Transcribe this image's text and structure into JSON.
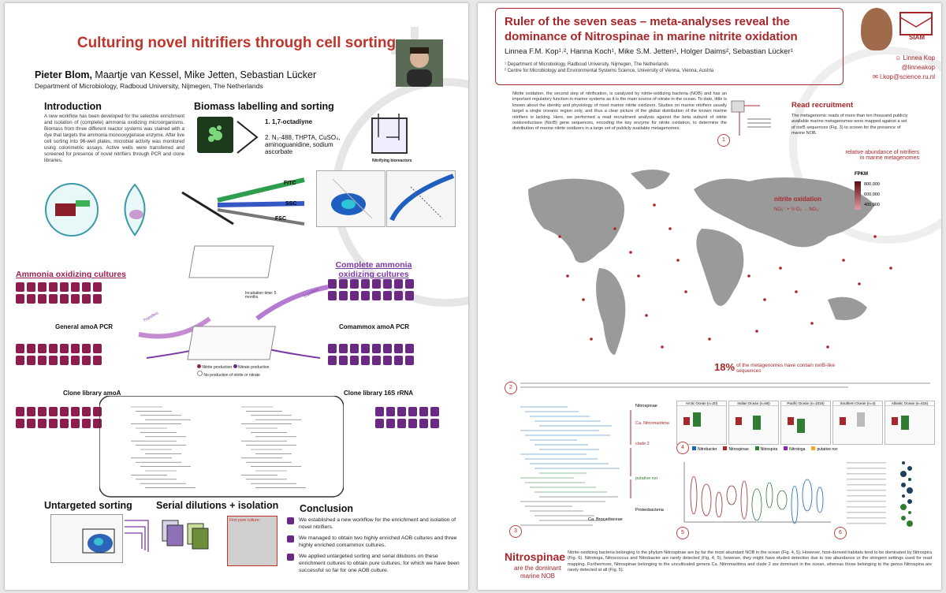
{
  "left": {
    "title": "Culturing novel nitrifiers through cell sorting",
    "authors_main": "Pieter Blom,",
    "authors_rest": " Maartje van Kessel, Mike Jetten, Sebastian Lücker",
    "department": "Department of Microbiology, Radboud University, Nijmegen, The Netherlands",
    "intro_title": "Introduction",
    "intro_text": "A new workflow has been developed for the selective enrichment and isolation of (complete) ammonia oxidizing microorganisms. Biomass from three different reactor systems was stained with a dye that targets the ammonia monooxygenase enzyme. After live cell sorting into 96-well plates, microbial activity was monitored using colorimetric assays. Active wells were transferred and screened for presence of novel nitrifiers through PCR and clone libraries.",
    "biomass_title": "Biomass labelling and sorting",
    "step1": "1. 1,7-octadiyne",
    "step2": "2. N₃-488, THPTA, CuSO₄, aminoguanidine, sodium ascorbate",
    "bioreactor_label": "Nitrifying bioreactors",
    "fitc": "FITC",
    "ssc": "SSC",
    "fsc": "FSC",
    "aob_title": "Ammonia oxidizing cultures",
    "comammox_title": "Complete ammonia oxidizing cultures",
    "transfers": "Transfers",
    "incubation": "Incubation time: 5 months",
    "general_pcr": "General amoA PCR",
    "comammox_pcr": "Comammox amoA PCR",
    "legend_nitrite": "Nitrite production",
    "legend_nitrate": "Nitrate production",
    "legend_none": "No production of nitrite or nitrate",
    "clone_amoa": "Clone library amoA",
    "clone_16s": "Clone library 16S rRNA",
    "untargeted_title": "Untargeted sorting",
    "serial_title": "Serial dilutions + isolation",
    "first_pure": "First pure culture:",
    "conclusion_title": "Conclusion",
    "conclusions": [
      "We established a new workflow for the enrichment and isolation of novel nitrifiers.",
      "We managed to obtain two highly enriched AOB cultures and three highly enriched comammox cultures.",
      "We applied untargeted sorting and serial dilutions on these enrichment cultures to obtain pure cultures, for which we have been successful so far for one AOB culture."
    ]
  },
  "right": {
    "title": "Ruler of the seven seas – meta-analyses reveal the dominance of Nitrospinae in marine nitrite oxidation",
    "authors": "Linnea F.M. Kop¹˒², Hanna Koch¹, Mike S.M. Jetten¹, Holger Daims², Sebastian Lücker¹",
    "aff1": "¹ Department of Microbiology, Radboud University, Nijmegen, The Netherlands",
    "aff2": "² Centre for Microbiology and Environmental Systems Science, University of Vienna, Vienna, Austria",
    "siam": "SIAM",
    "contact_name": "Linnea Kop",
    "contact_handle": "@linneakop",
    "contact_email": "l.kop@science.ru.nl",
    "intro_text": "Nitrite oxidation, the second step of nitrification, is catalyzed by nitrite-oxidizing bacteria (NOB) and has an important regulatory function in marine systems as it is the main source of nitrate in the ocean. To date, little is known about the identity and physiology of most marine nitrite oxidizers. Studies on marine nitrifiers usually target a single oceanic region only, and thus a clear picture of the global distribution of the known marine nitrifiers is lacking. Here, we performed a read recruitment analysis against the beta subunit of nitrite oxidoreductase (NxrB) gene sequences, encoding the key enzyme for nitrite oxidation, to determine the distribution of marine nitrite oxidizers in a large set of publicly available metagenomes.",
    "read_title": "Read recruitment",
    "read_text": "The metagenomic reads of more than ten thousand publicly available marine metagenomes were mapped against a set of nxrB sequences (Fig. 3) to screen for the presence of marine NOB.",
    "map_legend_title": "relative abundance of nitrifiers in marine metagenomes",
    "fpkm": "FPKM",
    "fpkm_values": [
      "800,000",
      "600,000",
      "400,000"
    ],
    "nitrite_ox": "nitrite oxidation",
    "reaction": "NO₂⁻ + ½ O₂ → NO₃⁻",
    "pct": "18%",
    "pct_text": "of the metagenomes have contain nxrB-like sequences",
    "nitrospinae": "Nitrospinae",
    "nitrospinae_sub": "are the dominant marine NOB",
    "conclusion_text": "Nitrite-oxidizing bacteria belonging to the phylum Nitrospinae are by far the most abundant NOB in the ocean (Fig. 4, 5). However, host-derived habitats tend to be dominated by Nitrospira (Fig. 6). Nitrotoga, Nitrococcus and Nitrobacter are rarely detected (Fig. 4, 5); however, they might have eluded detection due to low abundance or the stringent settings used for read mapping. Furthermore, Nitrospinae belonging to the uncultivated genera Ca. Nitromaritima and clade 2 are dominant in the ocean, whereas those belonging to the genus Nitrospina are rarely detected at all (Fig. 5).",
    "ocean_labels": [
      "Arctic Ocean (n=20)",
      "Indian Ocean (n=86)",
      "Pacific Ocean (n=1016)",
      "Southern Ocean (n=4)",
      "Atlantic Ocean (n=415)"
    ],
    "series_labels": [
      "Nitrobacter",
      "Nitrospinae",
      "Nitrospira",
      "Nitrotoga",
      "putative nxr"
    ],
    "tree_labels": [
      "Nitrospinae",
      "Ca. Nitromaritima",
      "clade 2",
      "putative nxr",
      "Proteobacteria",
      "Ca. Brocadiaceae"
    ],
    "fig_nums": [
      "1",
      "2",
      "3",
      "4",
      "5",
      "6"
    ],
    "colors": {
      "accent": "#a8272b",
      "nitrospinae": "#a8272b",
      "nitrospira": "#2e7d32",
      "nitrobacter": "#1565c0"
    }
  }
}
